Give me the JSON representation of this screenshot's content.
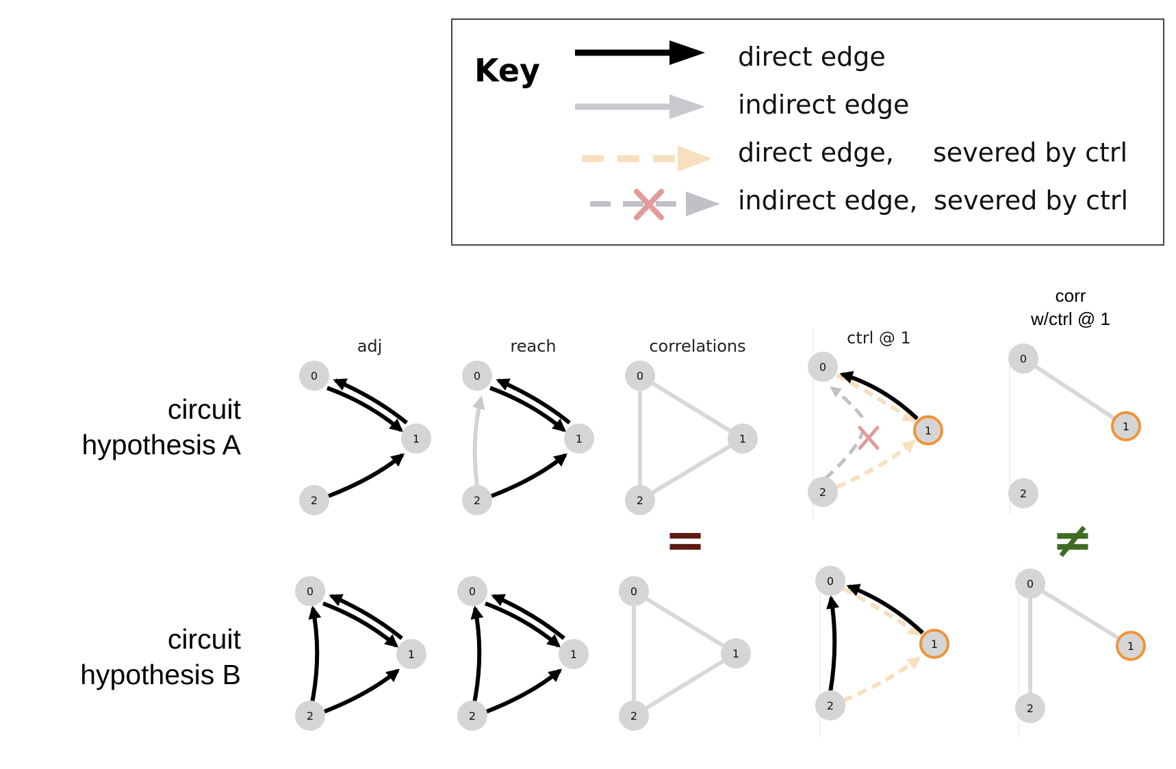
{
  "key": {
    "title": "Key",
    "items": [
      {
        "style": "direct",
        "label_a": "direct edge",
        "label_b": ""
      },
      {
        "style": "indirect",
        "label_a": "indirect edge",
        "label_b": ""
      },
      {
        "style": "direct-severed",
        "label_a": "direct edge,",
        "label_b": "severed by ctrl"
      },
      {
        "style": "indirect-severed",
        "label_a": "indirect edge,",
        "label_b": "severed by ctrl"
      }
    ]
  },
  "columns": [
    "adj",
    "reach",
    "correlations",
    "ctrl @ 1"
  ],
  "column_5": {
    "line1": "corr",
    "line2": "w/ctrl @ 1"
  },
  "rows": [
    {
      "line1": "circuit",
      "line2": "hypothesis A"
    },
    {
      "line1": "circuit",
      "line2": "hypothesis B"
    }
  ],
  "node_labels": [
    "0",
    "1",
    "2"
  ],
  "comparisons": [
    {
      "column": "correlations",
      "symbol": "=",
      "color": "#5c1a12"
    },
    {
      "column": "corr w/ctrl @ 1",
      "symbol": "≠",
      "color": "#3f6b23"
    }
  ],
  "colors": {
    "direct": "#000000",
    "indirect": "#c8c9cc",
    "severed_direct": "#f8dfbd",
    "severed_indirect": "#bfc1c6",
    "cross": "#e29a9a",
    "node": "#d5d5d5",
    "node_ring": "#ef9437",
    "corr_edge": "#d8d8d8"
  }
}
